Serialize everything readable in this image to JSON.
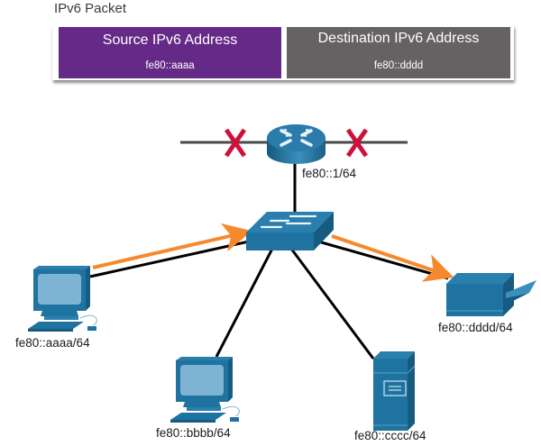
{
  "packet": {
    "title": "IPv6 Packet",
    "source": {
      "header": "Source IPv6 Address",
      "value": "fe80::aaaa",
      "color": "#652a87"
    },
    "destination": {
      "header": "Destination IPv6 Address",
      "value": "fe80::dddd",
      "color": "#666263"
    }
  },
  "topology": {
    "router": {
      "label": "fe80::1/64",
      "blocked_links": 2
    },
    "switch": {
      "label": ""
    },
    "hosts": [
      {
        "name": "pc-1",
        "type": "pc",
        "label": "fe80::aaaa/64",
        "role": "source"
      },
      {
        "name": "pc-2",
        "type": "pc",
        "label": "fe80::bbbb/64"
      },
      {
        "name": "server",
        "type": "server",
        "label": "fe80::cccc/64"
      },
      {
        "name": "printer",
        "type": "printer",
        "label": "fe80::dddd/64",
        "role": "destination"
      }
    ],
    "colors": {
      "device": "#1f6f9a",
      "device_light": "#2e86b5",
      "link": "#000000",
      "flow": "#f6892b",
      "blocked": "#d0103a"
    }
  }
}
